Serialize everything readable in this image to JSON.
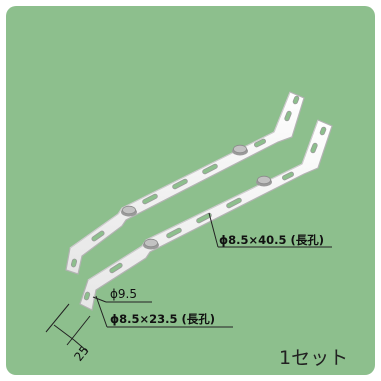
{
  "colors": {
    "background": "#8dbf8d",
    "bracket_fill": "#f4f4f4",
    "bracket_edge": "#b8b8b8",
    "line": "#222222"
  },
  "annotations": {
    "slot_long": "ϕ8.5×40.5 (長孔)",
    "hole_diameter": "ϕ9.5",
    "slot_short": "ϕ8.5×23.5 (長孔)",
    "width": "25"
  },
  "set_count_label": "1セット"
}
